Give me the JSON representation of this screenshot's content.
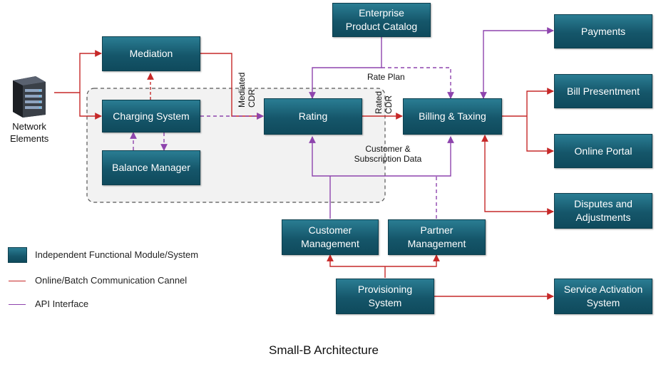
{
  "colors": {
    "online": "#c62828",
    "api": "#8e44ad",
    "module": "#17596d"
  },
  "network_elements": {
    "icon": "server-rack-icon",
    "label_line1": "Network",
    "label_line2": "Elements"
  },
  "modules": {
    "enterprise_catalog": {
      "line1": "Enterprise",
      "line2": "Product Catalog"
    },
    "mediation": "Mediation",
    "charging_system": "Charging System",
    "balance_manager": "Balance Manager",
    "rating": "Rating",
    "billing_taxing": "Billing & Taxing",
    "payments": "Payments",
    "bill_presentment": "Bill Presentment",
    "online_portal": "Online Portal",
    "disputes": {
      "line1": "Disputes and",
      "line2": "Adjustments"
    },
    "customer_mgmt": {
      "line1": "Customer",
      "line2": "Management"
    },
    "partner_mgmt": {
      "line1": "Partner",
      "line2": "Management"
    },
    "provisioning": {
      "line1": "Provisioning",
      "line2": "System"
    },
    "service_activation": {
      "line1": "Service Activation",
      "line2": "System"
    }
  },
  "edge_labels": {
    "rate_plan": "Rate Plan",
    "mediated_cdr_1": "Mediated",
    "mediated_cdr_2": "CDR",
    "rated_cdr_1": "Rated",
    "rated_cdr_2": "CDR",
    "customer_sub_1": "Customer &",
    "customer_sub_2": "Subscription Data"
  },
  "legend": {
    "module": "Independent Functional Module/System",
    "online": "Online/Batch Communication Cannel",
    "api": "API Interface"
  },
  "caption": "Small-B Architecture"
}
